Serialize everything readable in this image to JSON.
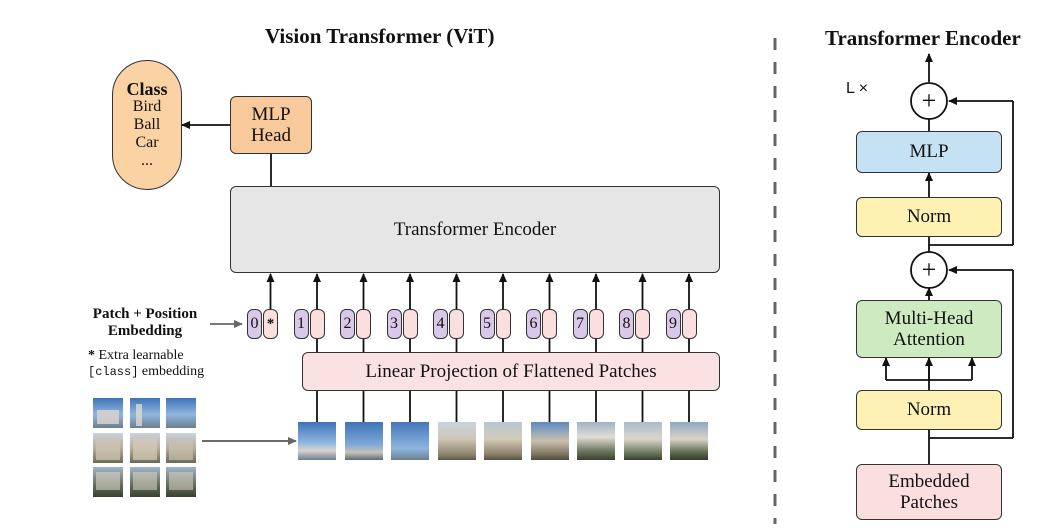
{
  "vit": {
    "title": "Vision Transformer (ViT)",
    "class_box": {
      "heading": "Class",
      "items": [
        "Bird",
        "Ball",
        "Car",
        "..."
      ]
    },
    "mlp_head": {
      "line1": "MLP",
      "line2": "Head"
    },
    "encoder_label": "Transformer Encoder",
    "embedding_label_line1": "Patch + Position",
    "embedding_label_line2": "Embedding",
    "extra_note_star": "*",
    "extra_note_line1": "Extra learnable",
    "extra_note_code": "[class]",
    "extra_note_line2_suffix": " embedding",
    "projection_label": "Linear Projection of Flattened Patches",
    "tokens": [
      {
        "pos": "0",
        "patch": "*"
      },
      {
        "pos": "1",
        "patch": ""
      },
      {
        "pos": "2",
        "patch": ""
      },
      {
        "pos": "3",
        "patch": ""
      },
      {
        "pos": "4",
        "patch": ""
      },
      {
        "pos": "5",
        "patch": ""
      },
      {
        "pos": "6",
        "patch": ""
      },
      {
        "pos": "7",
        "patch": ""
      },
      {
        "pos": "8",
        "patch": ""
      },
      {
        "pos": "9",
        "patch": ""
      }
    ]
  },
  "encoder": {
    "title": "Transformer Encoder",
    "repeat_label": "L ×",
    "mlp": "MLP",
    "norm_top": "Norm",
    "plus_symbol": "+",
    "mha_line1": "Multi-Head",
    "mha_line2": "Attention",
    "norm_bottom": "Norm",
    "embedded_line1": "Embedded",
    "embedded_line2": "Patches"
  },
  "colors": {
    "class_fill": "#fbd2a4",
    "mlp_head_fill": "#f8c99b",
    "encoder_fill": "#e6e6e6",
    "projection_fill": "#fbe2e2",
    "pos_fill": "#d9c8e8",
    "patch_fill": "#fbdede",
    "mlp_fill": "#c5e2f5",
    "norm_fill": "#fdf2b3",
    "mha_fill": "#cdeac0",
    "embedded_fill": "#fbdede",
    "block_bg": "#e8e8e8"
  }
}
